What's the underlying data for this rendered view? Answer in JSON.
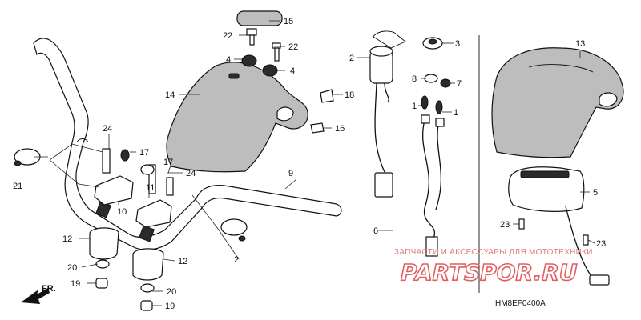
{
  "diagram": {
    "callouts": [
      {
        "id": "c1",
        "text": "1"
      },
      {
        "id": "c1b",
        "text": "1"
      },
      {
        "id": "c2",
        "text": "2"
      },
      {
        "id": "c2b",
        "text": "2"
      },
      {
        "id": "c3",
        "text": "3"
      },
      {
        "id": "c4",
        "text": "4"
      },
      {
        "id": "c4b",
        "text": "4"
      },
      {
        "id": "c5",
        "text": "5"
      },
      {
        "id": "c6",
        "text": "6"
      },
      {
        "id": "c7",
        "text": "7"
      },
      {
        "id": "c8",
        "text": "8"
      },
      {
        "id": "c9",
        "text": "9"
      },
      {
        "id": "c10",
        "text": "10"
      },
      {
        "id": "c11",
        "text": "11"
      },
      {
        "id": "c12",
        "text": "12"
      },
      {
        "id": "c12b",
        "text": "12"
      },
      {
        "id": "c13",
        "text": "13"
      },
      {
        "id": "c14",
        "text": "14"
      },
      {
        "id": "c15",
        "text": "15"
      },
      {
        "id": "c16",
        "text": "16"
      },
      {
        "id": "c17",
        "text": "17"
      },
      {
        "id": "c17b",
        "text": "17"
      },
      {
        "id": "c18",
        "text": "18"
      },
      {
        "id": "c19",
        "text": "19"
      },
      {
        "id": "c19b",
        "text": "19"
      },
      {
        "id": "c20",
        "text": "20"
      },
      {
        "id": "c20b",
        "text": "20"
      },
      {
        "id": "c21",
        "text": "21"
      },
      {
        "id": "c22",
        "text": "22"
      },
      {
        "id": "c22b",
        "text": "22"
      },
      {
        "id": "c23",
        "text": "23"
      },
      {
        "id": "c23b",
        "text": "23"
      },
      {
        "id": "c24",
        "text": "24"
      },
      {
        "id": "c24b",
        "text": "24"
      }
    ],
    "direction_label": "FR.",
    "drawing_code": "HM8EF0400A",
    "watermark": {
      "caption": "ЗАПЧАСТИ И АКСЕССУАРЫ ДЛЯ МОТОТЕХНИКИ",
      "logo": "PARTSPOR.RU"
    }
  }
}
